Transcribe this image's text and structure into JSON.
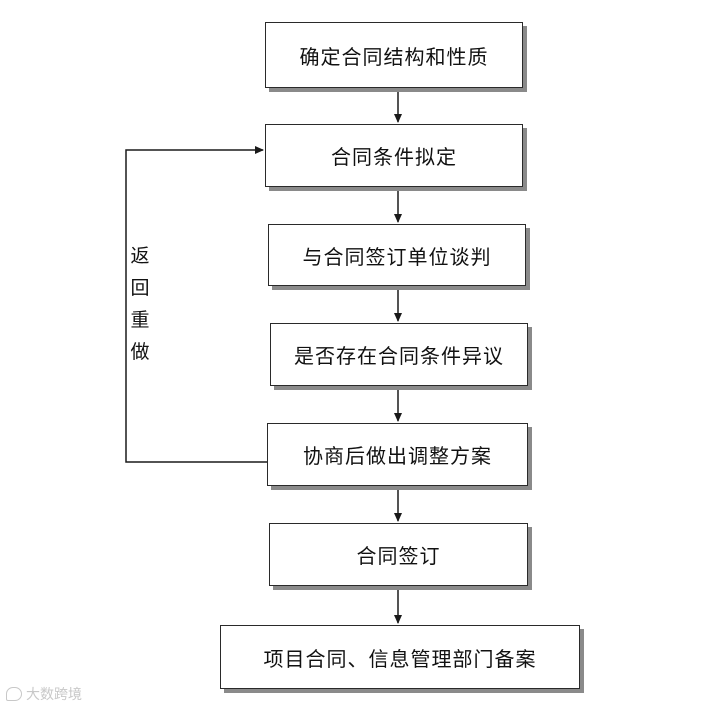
{
  "steps": [
    "确定合同结构和性质",
    "合同条件拟定",
    "与合同签订单位谈判",
    "是否存在合同条件异议",
    "协商后做出调整方案",
    "合同签订",
    "项目合同、信息管理部门备案"
  ],
  "loop_label": [
    "返",
    "回",
    "重",
    "做"
  ],
  "watermark": "大数跨境",
  "colors": {
    "line": "#1a1a1a",
    "box_border": "#2a2a2a",
    "box_shadow": "#8a8a8a",
    "text": "#111111",
    "watermark": "#c8c8c8"
  }
}
